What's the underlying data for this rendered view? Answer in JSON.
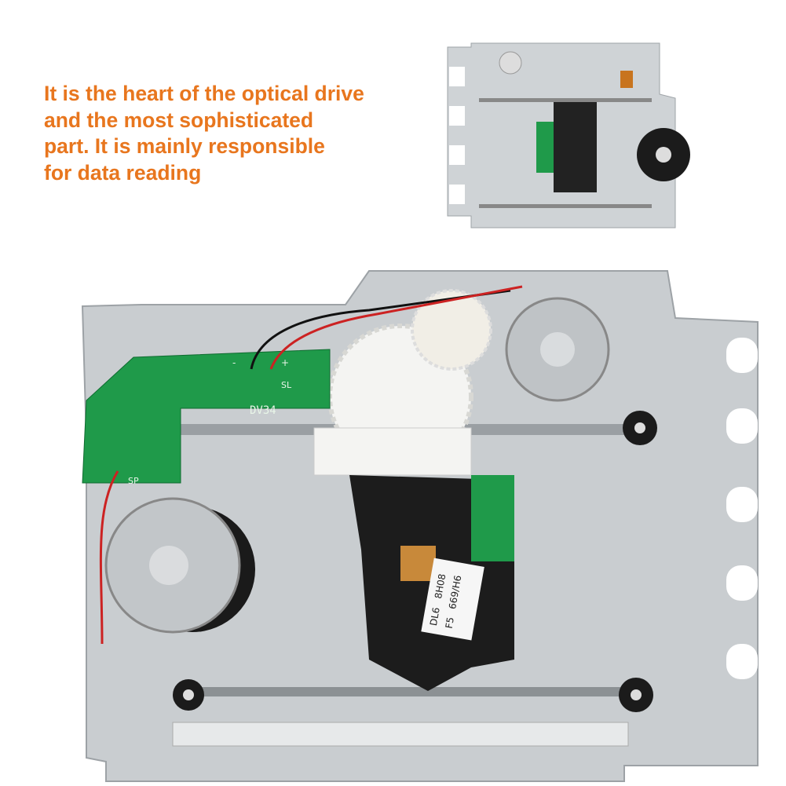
{
  "caption": {
    "lines": [
      "It is the heart of the optical drive",
      "and the most sophisticated",
      "part. It is mainly responsible",
      "for data reading"
    ],
    "color": "#e8761e"
  },
  "product": {
    "pcb_labels": {
      "model": "DV34",
      "sled": "SL",
      "spindle": "SP",
      "plus": "+",
      "minus": "-"
    },
    "pickup_label": [
      "DL6",
      "8H08",
      "F5",
      "669/H6"
    ],
    "colors": {
      "frame": "#c9cdd0",
      "pcb": "#1f9a4a",
      "gear": "#f4f4f2",
      "pickup": "#1c1c1c"
    }
  }
}
